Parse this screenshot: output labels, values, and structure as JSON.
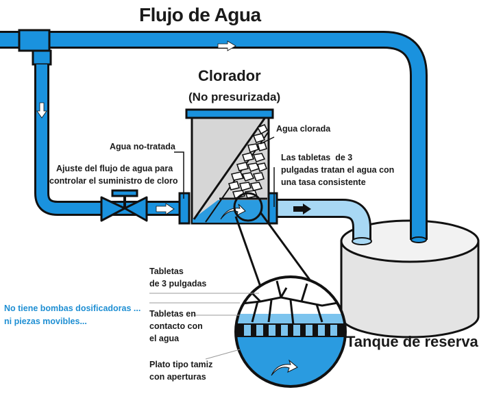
{
  "title": "Flujo de Agua",
  "clorador": {
    "name": "Clorador",
    "note": "(No presurizada)"
  },
  "labels": {
    "agua_no_tratada": "Agua no-tratada",
    "ajuste_line1": "Ajuste del flujo de agua para",
    "ajuste_line2": "controlar el suministro de cloro",
    "agua_clorada": "Agua clorada",
    "tabletas_line1": "Las tabletas  de 3",
    "tabletas_line2": "pulgadas tratan el agua con",
    "tabletas_line3": "una tasa consistente",
    "tanque": "Tanque de reserva"
  },
  "detail": {
    "tabletas_3_line1": "Tabletas",
    "tabletas_3_line2": "de 3 pulgadas",
    "contacto_line1": "Tabletas en",
    "contacto_line2": "contacto con",
    "contacto_line3": "el agua",
    "plato_line1": "Plato tipo tamiz",
    "plato_line2": "con aperturas"
  },
  "note": {
    "line1": "No tiene bombas dosificadoras ...",
    "line2": "ni piezas movibles..."
  },
  "colors": {
    "pipe": "#1a92de",
    "pipe_light": "#9fd3f2",
    "outline": "#111111",
    "tank": "#e9e9e9",
    "chlorinator_body": "#d6d6d6",
    "water": "#2a9be0",
    "note_text": "#1f8fd3"
  }
}
